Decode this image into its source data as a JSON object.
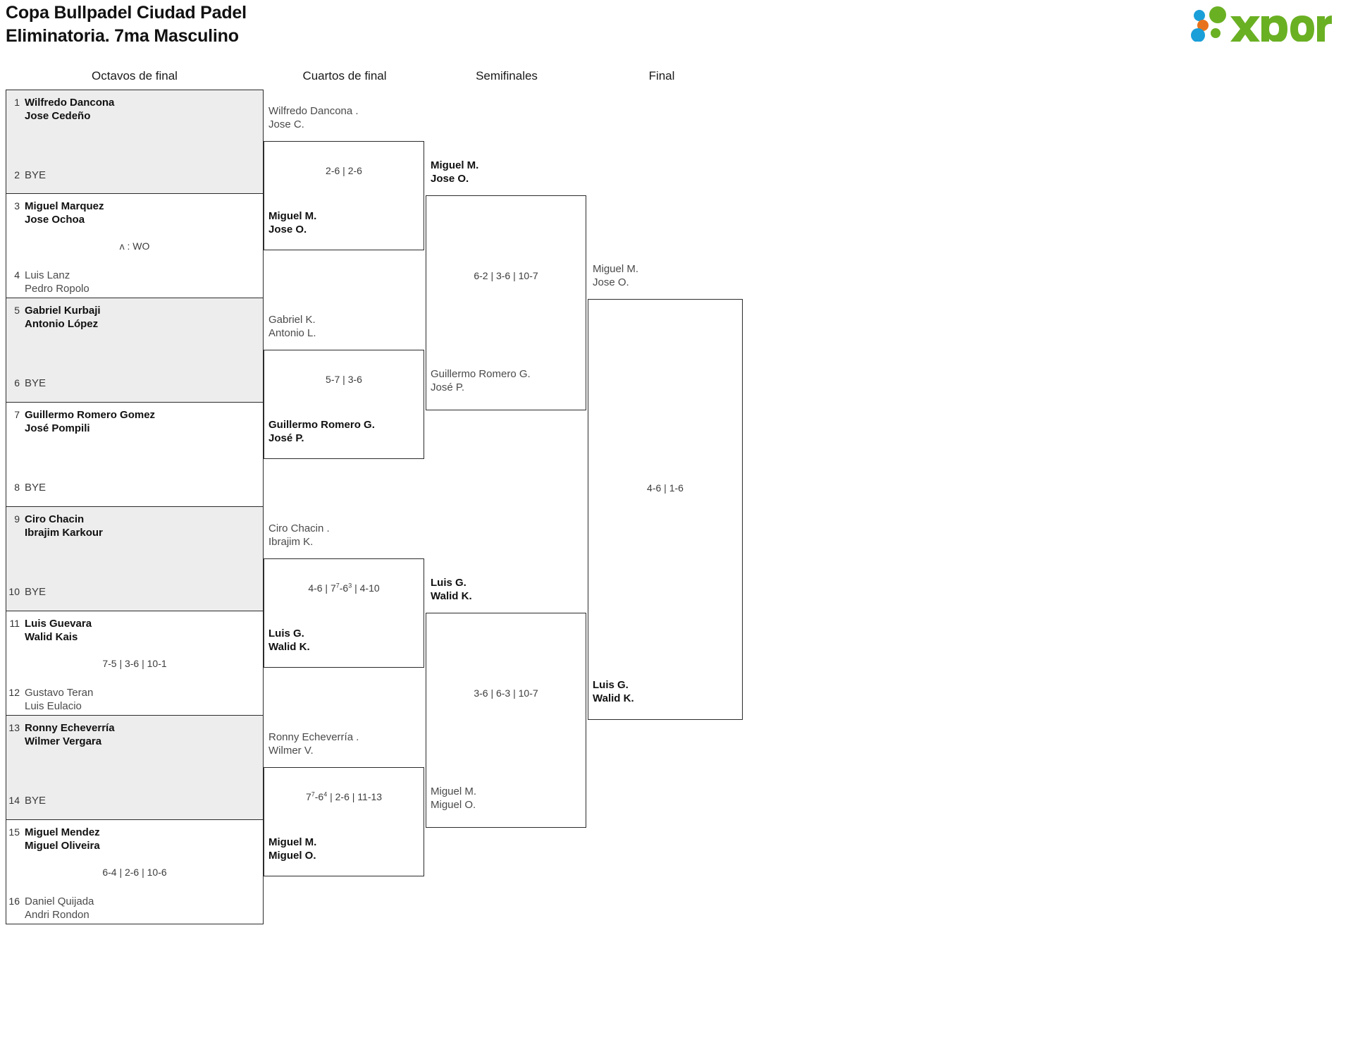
{
  "header": {
    "title_line1": "Copa Bullpadel Ciudad Padel",
    "title_line2": "Eliminatoria. 7ma Masculino",
    "logo_text": "xporty",
    "logo_colors": {
      "green": "#6ab023",
      "blue": "#1a9fd9",
      "orange": "#e8721b"
    }
  },
  "rounds": [
    {
      "key": "r16",
      "label": "Octavos de final"
    },
    {
      "key": "qf",
      "label": "Cuartos de final"
    },
    {
      "key": "sf",
      "label": "Semifinales"
    },
    {
      "key": "f",
      "label": "Final"
    }
  ],
  "round1": {
    "matches": [
      {
        "top": {
          "seed": "1",
          "p1": "Wilfredo Dancona",
          "p2": "Jose Cedeño",
          "winner": true,
          "bye": false
        },
        "bottom": {
          "seed": "2",
          "p1": "BYE",
          "p2": "",
          "winner": false,
          "bye": true
        },
        "score": "",
        "shaded": true
      },
      {
        "top": {
          "seed": "3",
          "p1": "Miguel Marquez",
          "p2": "Jose Ochoa",
          "winner": true,
          "bye": false
        },
        "bottom": {
          "seed": "4",
          "p1": "Luis Lanz",
          "p2": "Pedro Ropolo",
          "winner": false,
          "bye": false
        },
        "score": "ʌ : WO",
        "shaded": false
      },
      {
        "top": {
          "seed": "5",
          "p1": "Gabriel Kurbaji",
          "p2": "Antonio López",
          "winner": true,
          "bye": false
        },
        "bottom": {
          "seed": "6",
          "p1": "BYE",
          "p2": "",
          "winner": false,
          "bye": true
        },
        "score": "",
        "shaded": true
      },
      {
        "top": {
          "seed": "7",
          "p1": "Guillermo Romero Gomez",
          "p2": "José Pompili",
          "winner": true,
          "bye": false
        },
        "bottom": {
          "seed": "8",
          "p1": "BYE",
          "p2": "",
          "winner": false,
          "bye": true
        },
        "score": "",
        "shaded": false
      },
      {
        "top": {
          "seed": "9",
          "p1": "Ciro Chacin",
          "p2": "Ibrajim Karkour",
          "winner": true,
          "bye": false
        },
        "bottom": {
          "seed": "10",
          "p1": "BYE",
          "p2": "",
          "winner": false,
          "bye": true
        },
        "score": "",
        "shaded": true
      },
      {
        "top": {
          "seed": "11",
          "p1": "Luis Guevara",
          "p2": "Walid Kais",
          "winner": true,
          "bye": false
        },
        "bottom": {
          "seed": "12",
          "p1": "Gustavo Teran",
          "p2": "Luis Eulacio",
          "winner": false,
          "bye": false
        },
        "score": "7-5 | 3-6 | 10-1",
        "shaded": false
      },
      {
        "top": {
          "seed": "13",
          "p1": "Ronny Echeverría",
          "p2": "Wilmer Vergara",
          "winner": true,
          "bye": false
        },
        "bottom": {
          "seed": "14",
          "p1": "BYE",
          "p2": "",
          "winner": false,
          "bye": true
        },
        "score": "",
        "shaded": true
      },
      {
        "top": {
          "seed": "15",
          "p1": "Miguel Mendez",
          "p2": "Miguel Oliveira",
          "winner": true,
          "bye": false
        },
        "bottom": {
          "seed": "16",
          "p1": "Daniel Quijada",
          "p2": "Andri Rondon",
          "winner": false,
          "bye": false
        },
        "score": "6-4 | 2-6 | 10-6",
        "shaded": false
      }
    ]
  },
  "quarterfinals": {
    "matches": [
      {
        "top": {
          "p1": "Wilfredo Dancona .",
          "p2": "Jose C.",
          "winner": false
        },
        "bottom": {
          "p1": "Miguel M.",
          "p2": "Jose O.",
          "winner": true
        },
        "score": "2-6 | 2-6",
        "score_html": "2-6 | 2-6"
      },
      {
        "top": {
          "p1": "Gabriel K.",
          "p2": "Antonio L.",
          "winner": false
        },
        "bottom": {
          "p1": "Guillermo Romero G.",
          "p2": "José P.",
          "winner": true
        },
        "score": "5-7 | 3-6",
        "score_html": "5-7 | 3-6"
      },
      {
        "top": {
          "p1": "Ciro Chacin .",
          "p2": "Ibrajim K.",
          "winner": false
        },
        "bottom": {
          "p1": "Luis G.",
          "p2": "Walid K.",
          "winner": true
        },
        "score": "4-6 | 7⁷-6³ | 4-10",
        "score_html": "4-6 | 7<sup>7</sup>-6<sup>3</sup> | 4-10"
      },
      {
        "top": {
          "p1": "Ronny Echeverría .",
          "p2": "Wilmer V.",
          "winner": false
        },
        "bottom": {
          "p1": "Miguel M.",
          "p2": "Miguel O.",
          "winner": true
        },
        "score": "7⁷-6⁴ | 2-6 | 11-13",
        "score_html": "7<sup>7</sup>-6<sup>4</sup> | 2-6 | 11-13"
      }
    ]
  },
  "semifinals": {
    "matches": [
      {
        "top": {
          "p1": "Miguel M.",
          "p2": "Jose O.",
          "winner": true
        },
        "bottom": {
          "p1": "Guillermo Romero G.",
          "p2": "José P.",
          "winner": false
        },
        "score": "6-2 | 3-6 | 10-7"
      },
      {
        "top": {
          "p1": "Luis G.",
          "p2": "Walid K.",
          "winner": true
        },
        "bottom": {
          "p1": "Miguel M.",
          "p2": "Miguel O.",
          "winner": false
        },
        "score": "3-6 | 6-3 | 10-7"
      }
    ]
  },
  "final": {
    "match": {
      "top": {
        "p1": "Miguel M.",
        "p2": "Jose O.",
        "winner": false
      },
      "bottom": {
        "p1": "Luis G.",
        "p2": "Walid K.",
        "winner": true
      },
      "score": "4-6 | 1-6"
    }
  }
}
